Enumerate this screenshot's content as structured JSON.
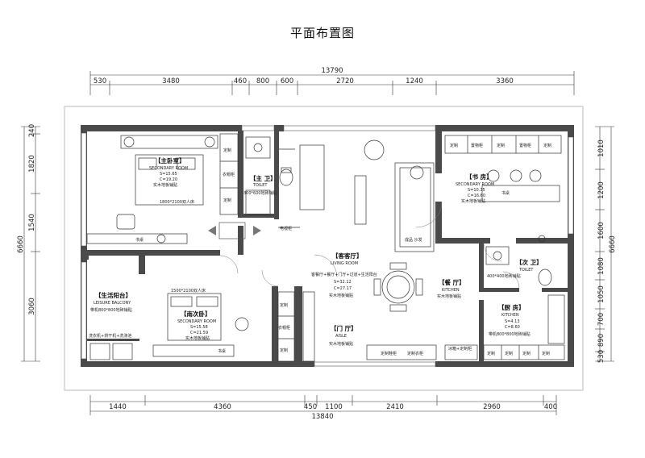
{
  "title": "平面布置图",
  "dims": {
    "top_total": "13790",
    "top": [
      "530",
      "3480",
      "460",
      "800",
      "600",
      "2720",
      "1240",
      "3360"
    ],
    "bottom": [
      "1440",
      "4360",
      "450",
      "1100",
      "2410",
      "2960",
      "400"
    ],
    "bottom_total": "13840",
    "left_total": "6660",
    "left": [
      "240",
      "1820",
      "1540",
      "3060"
    ],
    "right_total": "6660",
    "right": [
      "1010",
      "1200",
      "1600",
      "1080",
      "1050",
      "700",
      "890",
      "530"
    ]
  },
  "rooms": {
    "master": {
      "name": "【主卧室】",
      "en": "SECONDARY ROOM",
      "s": "S=15.65",
      "c": "C=19.20",
      "floor": "实木地板铺贴",
      "bed": "1800*2100双人床"
    },
    "toilet1": {
      "name": "【主 卫】",
      "en": "TOILET",
      "floor": "300*600地砖铺贴"
    },
    "study": {
      "name": "【书 房】",
      "en": "SECONDARY ROOM",
      "s": "S=10.35",
      "c": "C=16.60",
      "floor": "实木地板铺贴",
      "desk": "书桌"
    },
    "living": {
      "name": "【客客厅】",
      "en": "LIVING ROOM",
      "note": "客餐厅+餐厅+门厅+过道+生活阳台",
      "s": "S=32.12",
      "c": "C=27.17",
      "floor": "实木地板铺贴",
      "sofa": "成品 沙发"
    },
    "dining": {
      "name": "【餐 厅】",
      "en": "KITCHEN",
      "floor": "实木地板铺贴"
    },
    "toilet2": {
      "name": "【次 卫】",
      "en": "TOILET",
      "floor": "400*400地砖铺贴"
    },
    "kitchen": {
      "name": "【厨 房】",
      "en": "KITCHEN",
      "s": "S=4.13",
      "c": "C=8.60",
      "floor": "带机800*800地砖铺贴"
    },
    "balcony": {
      "name": "【生活阳台】",
      "en": "LEISURE BALCONY",
      "floor": "带机800*800地砖铺贴",
      "appliances": "洗衣机+烘干机+洗涤池"
    },
    "south": {
      "name": "【南次卧】",
      "en": "SECONDARY ROOM",
      "s": "S=15.58",
      "c": "C=21.59",
      "floor": "实木地板铺贴",
      "bed": "1500*2100双人床"
    },
    "aisle": {
      "name": "【门 厅】",
      "en": "AISLE",
      "floor": "实木地板铺贴"
    }
  },
  "labels": {
    "wardrobe": "衣帽柜",
    "custom": "定制",
    "desk": "书桌",
    "tv": "电视柜",
    "shoe1": "定制鞋柜",
    "shoe2": "定制衣柜",
    "study_cab": [
      "定制",
      "置物柜",
      "定制",
      "置物柜",
      "定制"
    ],
    "kitchen_cab": [
      "定制",
      "定制",
      "定制",
      "定制"
    ],
    "fridge": "冰箱+定制柜"
  }
}
